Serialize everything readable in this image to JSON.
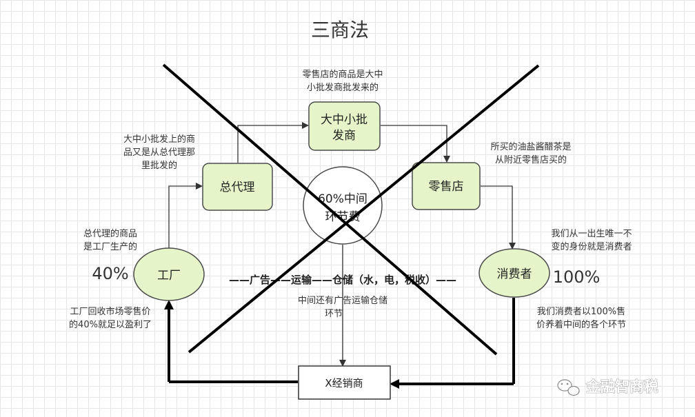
{
  "title": "三商法",
  "colors": {
    "node_fill": "#e6f5c9",
    "node_stroke": "#4a4a4a",
    "line": "#000000",
    "accent_arrow": "#333333"
  },
  "nodes": {
    "factory": "工厂",
    "agent": "总代理",
    "wholesaler": [
      "大中小批",
      "发商"
    ],
    "retailer": "零售店",
    "consumer": "消费者",
    "center": [
      "60%中间",
      "环节费"
    ],
    "dealer": "X经销商"
  },
  "percentages": {
    "factory": "40%",
    "consumer": "100%"
  },
  "notes": {
    "wholesaler": [
      "零售店的商品是大中",
      "小批发商批发来的"
    ],
    "agent": [
      "大中小批发上的商",
      "品又是从总代理那",
      "里批发的"
    ],
    "retailer": [
      "所买的油盐酱醋茶是",
      "从附近零售店买的"
    ],
    "factory_top": [
      "总代理的商品",
      "是工厂生产的"
    ],
    "consumer_top": [
      "我们从一出生唯一不",
      "变的身份就是消费者"
    ],
    "factory_bottom": [
      "工厂回收市场零售价",
      "的40%就足以盈利了"
    ],
    "consumer_bottom": [
      "我们消费者以100%售",
      "价养着中间的各个环节"
    ],
    "middle": [
      "中间还有广告运输仓储",
      "环节"
    ]
  },
  "chain_text": "——广告——运输——仓储（水，电，税收）——",
  "watermark": "金融智商税",
  "watermark_icon": "wechat-icon"
}
